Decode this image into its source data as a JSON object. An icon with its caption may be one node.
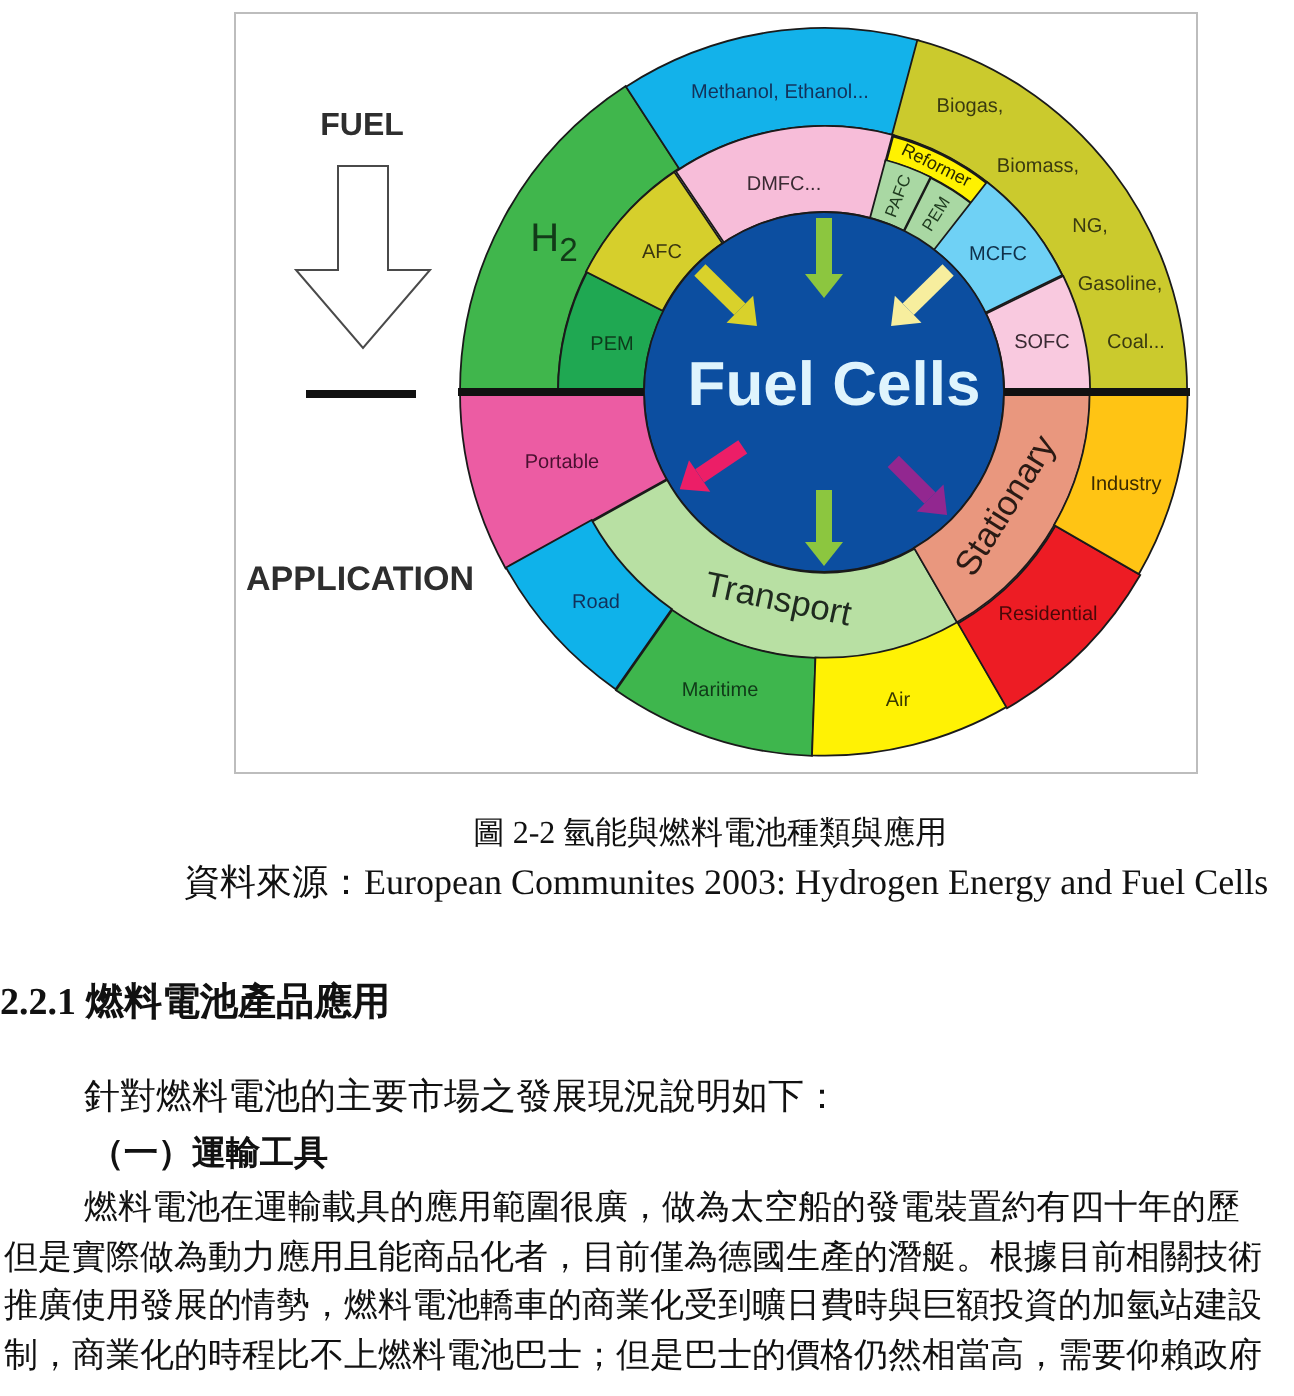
{
  "diagram": {
    "caption": "圖 2-2 氫能與燃料電池種類與應用",
    "nodes": [
      {
        "text": [
          "H$_{2}$"
        ]
      },
      {
        "text": [
          "Methanol, Ethanol..."
        ]
      },
      {
        "text": [
          "Biogas,",
          "Biomass,",
          "NG,",
          "Gasoline,",
          "Coal..."
        ]
      },
      {
        "text": [
          "PEM"
        ]
      },
      {
        "text": [
          "AFC"
        ]
      },
      {
        "text": [
          "DMFC..."
        ]
      },
      {
        "text": [
          "Reformer"
        ]
      },
      {
        "text": [
          "PAFC"
        ]
      },
      {
        "text": [
          "PEM"
        ]
      },
      {
        "text": [
          "MCFC"
        ]
      },
      {
        "text": [
          "SOFC"
        ]
      },
      {
        "text": [
          "Fuel Cells"
        ]
      },
      {
        "text": [
          "Portable"
        ]
      },
      {
        "text": [
          "Transport"
        ]
      },
      {
        "text": [
          "Stationary"
        ]
      },
      {
        "text": [
          "Road"
        ]
      },
      {
        "text": [
          "Maritime"
        ]
      },
      {
        "text": [
          "Air"
        ]
      },
      {
        "text": [
          "Residential"
        ]
      },
      {
        "text": [
          "Industry"
        ]
      }
    ],
    "edges": [
      {
        "from": 4,
        "to": 11,
        "arrow": "to",
        "color": "#d9d12b"
      },
      {
        "from": 5,
        "to": 11,
        "arrow": "to"
      },
      {
        "from": 9,
        "to": 11,
        "arrow": "to",
        "color": "#f7ee9e"
      },
      {
        "from": 11,
        "to": 12,
        "arrow": "to",
        "color": "#ec1e67"
      },
      {
        "from": 11,
        "to": 13,
        "arrow": "to"
      },
      {
        "from": 11,
        "to": 14,
        "arrow": "to",
        "color": "#922790"
      }
    ],
    "labels": [
      "FUEL",
      "APPLICATION",
      "資料來源：European Communites 2003: Hydrogen Energy and Fuel Cells",
      "2.2.1 燃料電池產品應用",
      "針對燃料電池的主要市場之發展現況說明如下：",
      "（一）運輸工具",
      "燃料電池在運輸載具的應用範圍很廣，做為太空船的發電裝置約有四十年的歷但是實際做為動力應用且能商品化者，目前僅為德國生產的潛艇。根據目前相關技術推廣使用發展的情勢，燃料電池轎車的商業化受到曠日費時與巨額投資的加氫站建設制，商業化的時程比不上燃料電池巴士；但是巴士的價格仍然相當高，需要仰賴政府"
    ]
  }
}
